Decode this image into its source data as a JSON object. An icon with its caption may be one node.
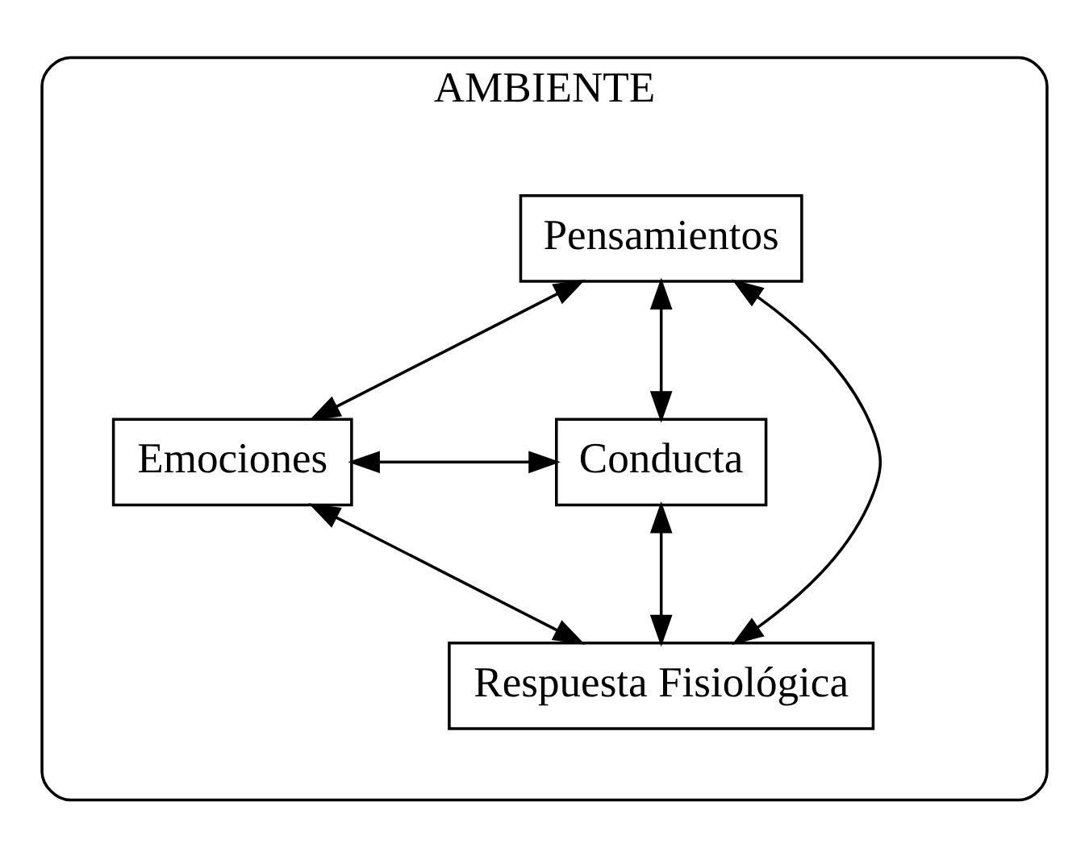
{
  "diagram": {
    "nodes": [
      {
        "text": [
          "AMBIENTE"
        ]
      },
      {
        "text": [
          "Pensamientos"
        ],
        "in": 0
      },
      {
        "text": [
          "Emociones"
        ],
        "in": 0
      },
      {
        "text": [
          "Conducta"
        ],
        "in": 0
      },
      {
        "text": [
          "Respuesta Fisiológica"
        ],
        "in": 0
      }
    ],
    "edges": [
      {
        "from": 1,
        "to": 2,
        "arrow": "both"
      },
      {
        "from": 1,
        "to": 3,
        "arrow": "both"
      },
      {
        "from": 2,
        "to": 3,
        "arrow": "both"
      },
      {
        "from": 1,
        "to": 4,
        "arrow": "both"
      },
      {
        "from": 2,
        "to": 4,
        "arrow": "both"
      },
      {
        "from": 3,
        "to": 4,
        "arrow": "both"
      }
    ]
  }
}
